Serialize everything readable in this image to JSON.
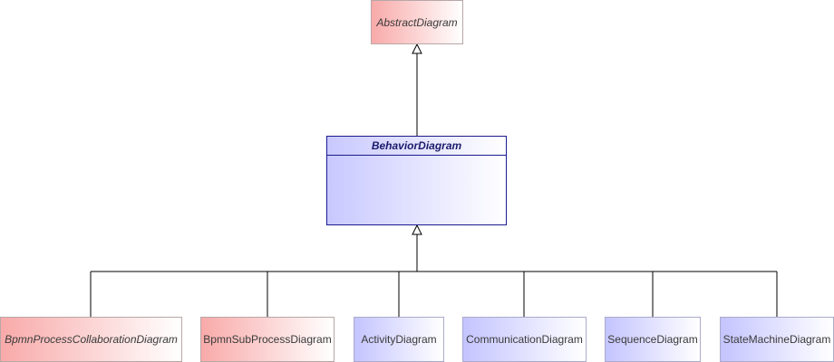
{
  "diagram": {
    "parent": {
      "label": "AbstractDiagram",
      "italic": true,
      "color": "#f8aaa9"
    },
    "main": {
      "label": "BehaviorDiagram",
      "italic": true,
      "color": "#c8c8ff"
    },
    "children": [
      {
        "label": "BpmnProcessCollaborationDiagram",
        "italic": true,
        "color": "#f8aaa9"
      },
      {
        "label": "BpmnSubProcessDiagram",
        "italic": false,
        "color": "#f8aaa9"
      },
      {
        "label": "ActivityDiagram",
        "italic": false,
        "color": "#c4c4ff"
      },
      {
        "label": "CommunicationDiagram",
        "italic": false,
        "color": "#c4c4ff"
      },
      {
        "label": "SequenceDiagram",
        "italic": false,
        "color": "#c4c4ff"
      },
      {
        "label": "StateMachineDiagram",
        "italic": false,
        "color": "#c4c4ff"
      }
    ]
  }
}
